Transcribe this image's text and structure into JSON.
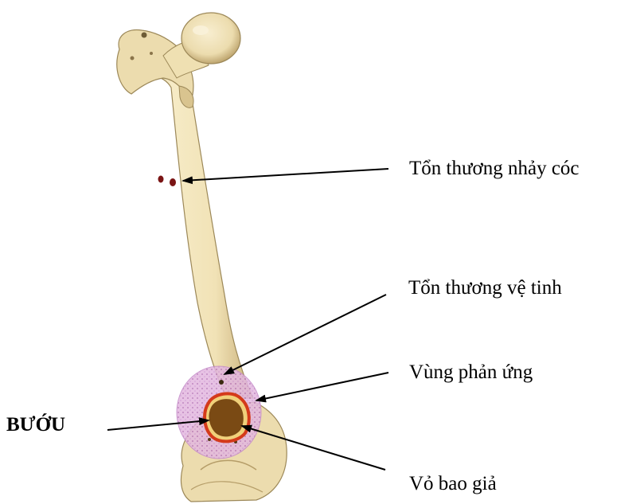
{
  "colors": {
    "bone": "#f1e2b6",
    "bone_shadow": "#cdb682",
    "bone_outline": "#9c8858",
    "reactive_zone": "#d9a6d6",
    "tumor": "#7a4a14",
    "pseudocapsule": "#d43a1a",
    "skip_lesion": "#7a1414",
    "arrow": "#000000"
  },
  "labels": {
    "skip_lesion": "Tổn thương nhảy cóc",
    "satellite_lesion": "Tổn thương vệ tinh",
    "reactive_zone": "Vùng phản ứng",
    "tumor": "BƯỚU",
    "pseudocapsule": "Vỏ bao giả"
  }
}
